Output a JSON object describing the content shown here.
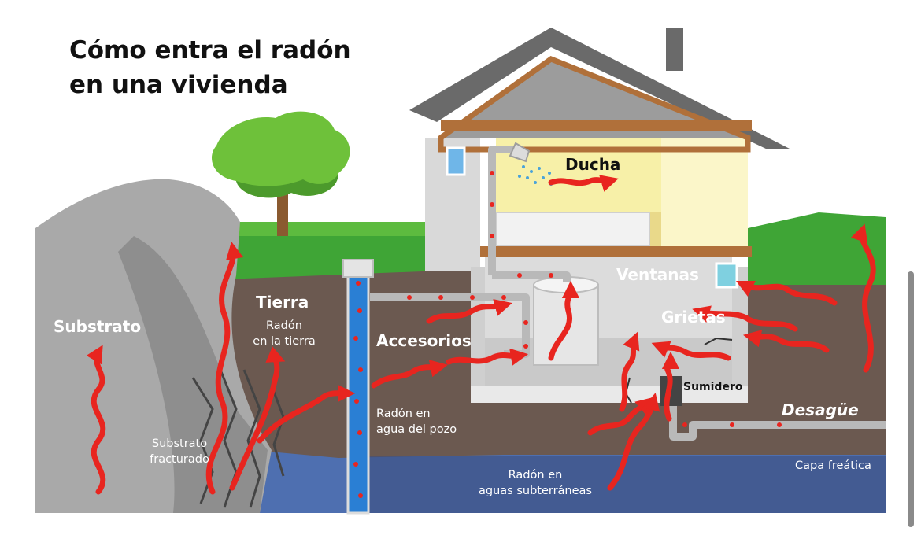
{
  "title": {
    "line1": "Cómo entra el radón",
    "line2": "en una vivienda"
  },
  "labels": {
    "substrato": "Substrato",
    "tierra": "Tierra",
    "radon_tierra_1": "Radón",
    "radon_tierra_2": "en la tierra",
    "substrato_fracturado_1": "Substrato",
    "substrato_fracturado_2": "fracturado",
    "accesorios": "Accesorios",
    "radon_pozo_1": "Radón en",
    "radon_pozo_2": "agua del pozo",
    "ducha": "Ducha",
    "ventanas": "Ventanas",
    "grietas": "Grietas",
    "sumidero": "Sumidero",
    "desague": "Desagüe",
    "capa_freatica": "Capa freática",
    "radon_subterraneas_1": "Radón en",
    "radon_subterraneas_2": "aguas subterráneas"
  },
  "colors": {
    "radon": "#e8251f",
    "soil": "#6b5950",
    "water": "#4e6fb0",
    "grass": "#3fa536",
    "roof": "#6a6a6a",
    "wall": "#e6e6e6",
    "interior": "#f7f0a8",
    "well_water": "#2a7fd4"
  },
  "icons": {
    "radon_arrow": "wavy-arrow-icon",
    "shower": "shower-head-icon",
    "window": "window-icon"
  }
}
